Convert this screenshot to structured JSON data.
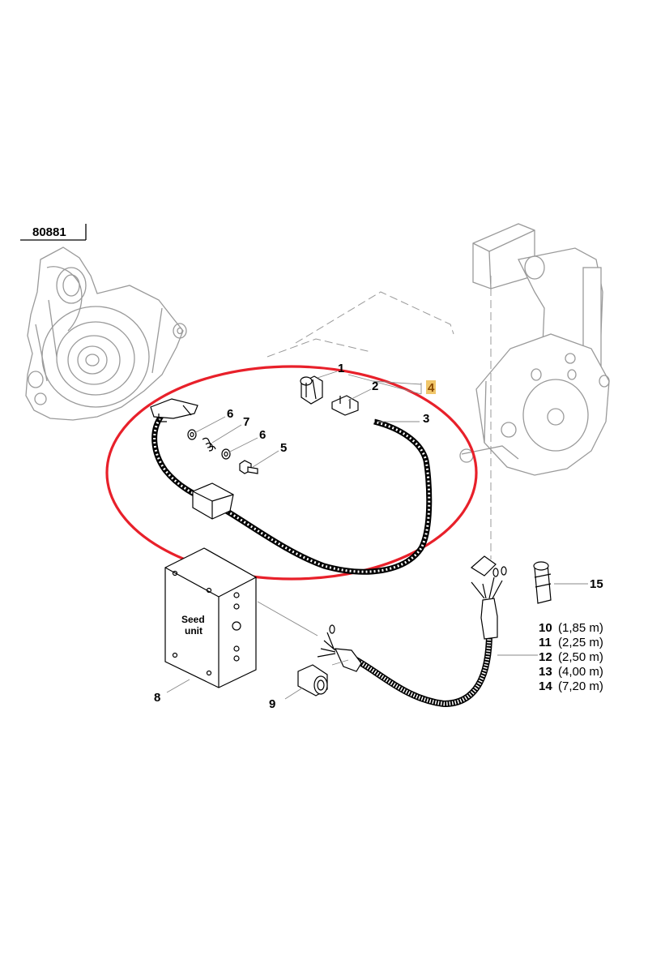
{
  "diagram_ref": "80881",
  "seed_unit_label": [
    "Seed",
    "unit"
  ],
  "callouts": {
    "p1": "1",
    "p2": "2",
    "p3": "3",
    "p4": "4",
    "p5": "5",
    "p6a": "6",
    "p6b": "6",
    "p7": "7",
    "p8": "8",
    "p9": "9",
    "p15": "15"
  },
  "cable_lengths": [
    {
      "num": "10",
      "length": "(1,85 m)"
    },
    {
      "num": "11",
      "length": "(2,25 m)"
    },
    {
      "num": "12",
      "length": "(2,50 m)"
    },
    {
      "num": "13",
      "length": "(4,00 m)"
    },
    {
      "num": "14",
      "length": "(7,20 m)"
    }
  ],
  "colors": {
    "highlight_ellipse": "#e8202a",
    "part4_highlight": "#f0c66a",
    "part4_text": "#8a4a00",
    "background_parts": "#9a9a9a",
    "foreground_parts": "#000000"
  }
}
